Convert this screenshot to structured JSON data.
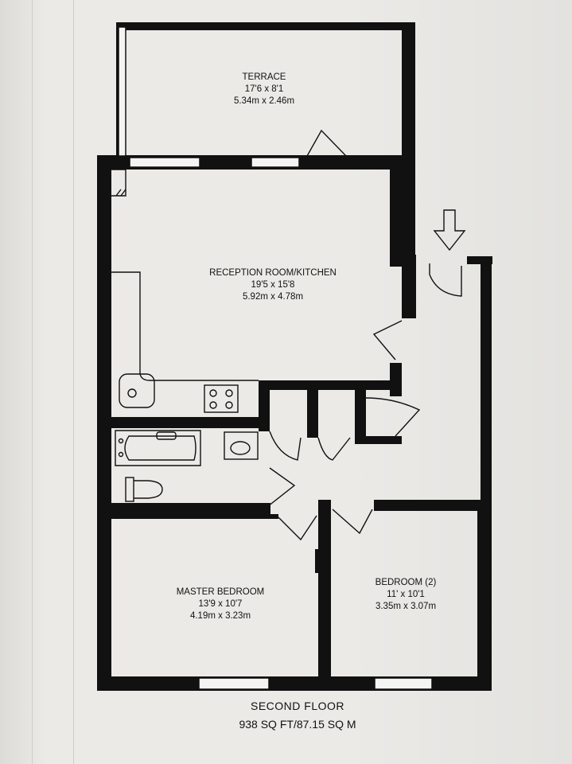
{
  "rooms": {
    "terrace": {
      "name": "TERRACE",
      "imperial": "17'6 x 8'1",
      "metric": "5.34m x 2.46m"
    },
    "reception": {
      "name": "RECEPTION ROOM/KITCHEN",
      "imperial": "19'5 x 15'8",
      "metric": "5.92m x 4.78m"
    },
    "master": {
      "name": "MASTER BEDROOM",
      "imperial": "13'9 x 10'7",
      "metric": "4.19m x 3.23m"
    },
    "bedroom2": {
      "name": "BEDROOM (2)",
      "imperial": "11' x 10'1",
      "metric": "3.35m x 3.07m"
    }
  },
  "footer": {
    "floor": "SECOND FLOOR",
    "area": "938 SQ FT/87.15 SQ M"
  },
  "colors": {
    "wall": "#111111",
    "paper": "#ebeae7",
    "window": "#f4f4f2"
  }
}
